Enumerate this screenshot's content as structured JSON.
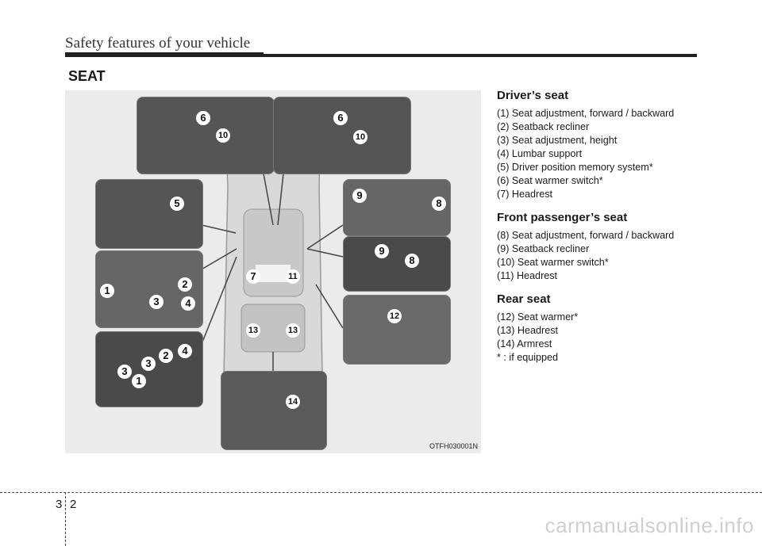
{
  "header": {
    "title": "Safety features of your vehicle"
  },
  "section": {
    "title": "SEAT"
  },
  "figure": {
    "code": "OTFH030001N",
    "callouts": [
      "1",
      "2",
      "3",
      "4",
      "5",
      "6",
      "7",
      "8",
      "9",
      "10",
      "11",
      "12",
      "13",
      "14"
    ]
  },
  "groups": [
    {
      "title": "Driver’s seat",
      "items": [
        "(1) Seat adjustment, forward / backward",
        "(2) Seatback recliner",
        "(3) Seat adjustment, height",
        "(4) Lumbar support",
        "(5) Driver position memory system*",
        "(6) Seat warmer switch*",
        "(7) Headrest"
      ]
    },
    {
      "title": "Front passenger’s seat",
      "items": [
        "(8) Seat adjustment, forward / backward",
        "(9) Seatback recliner",
        "(10) Seat warmer switch*",
        "(11) Headrest"
      ]
    },
    {
      "title": "Rear seat",
      "items": [
        "(12) Seat warmer*",
        "(13) Headrest",
        "(14) Armrest",
        "* : if equipped"
      ]
    }
  ],
  "footer": {
    "chapter": "3",
    "page": "2"
  },
  "watermark": "carmanualsonline.info"
}
